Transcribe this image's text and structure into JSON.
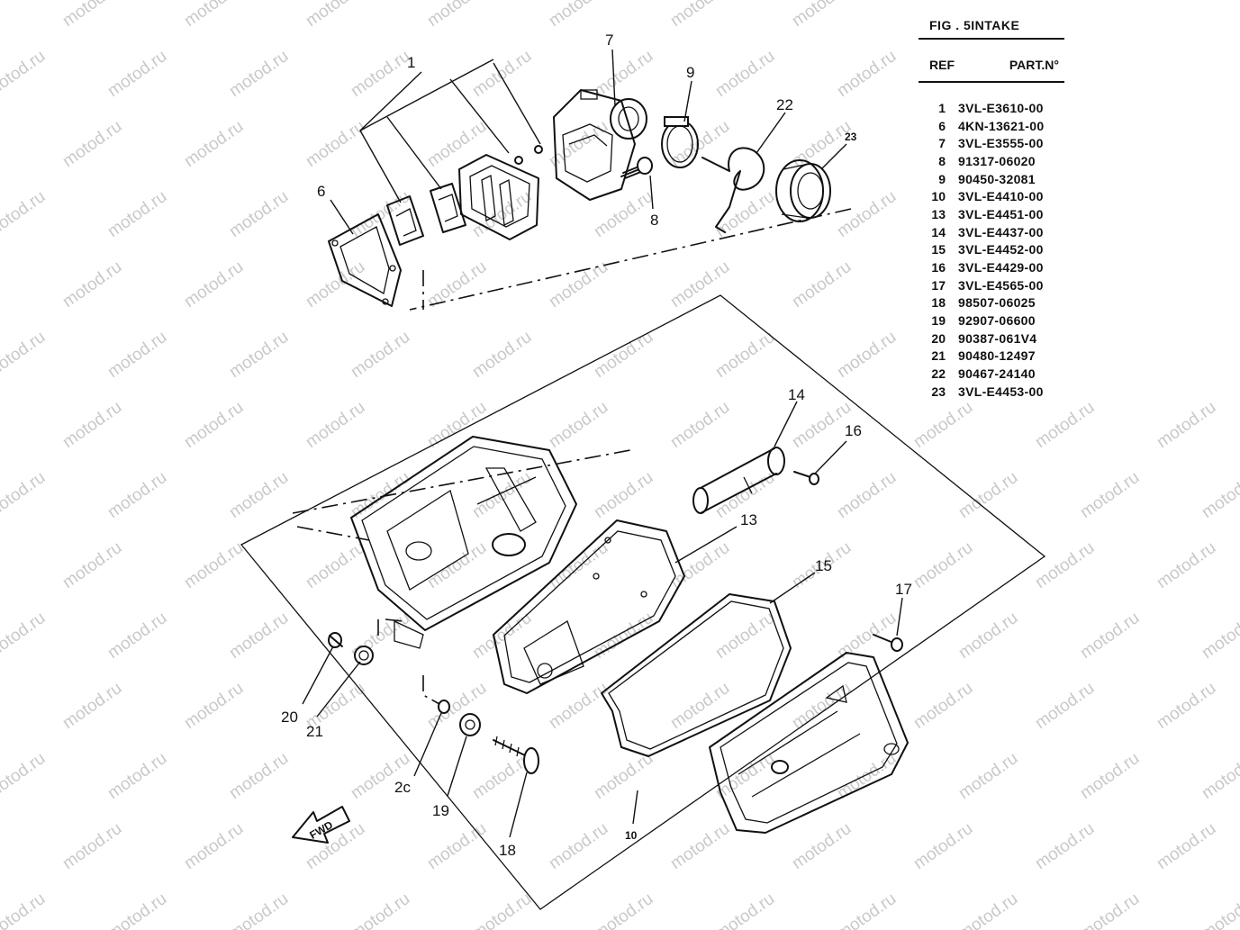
{
  "figure": {
    "title": "FIG   .  5INTAKE",
    "columns": {
      "ref": "REF",
      "part": "PART.N°"
    },
    "rows": [
      {
        "ref": "1",
        "part": "3VL-E3610-00"
      },
      {
        "ref": "6",
        "part": "4KN-13621-00"
      },
      {
        "ref": "7",
        "part": "3VL-E3555-00"
      },
      {
        "ref": "8",
        "part": "91317-06020"
      },
      {
        "ref": "9",
        "part": "90450-32081"
      },
      {
        "ref": "10",
        "part": "3VL-E4410-00"
      },
      {
        "ref": "13",
        "part": "3VL-E4451-00"
      },
      {
        "ref": "14",
        "part": "3VL-E4437-00"
      },
      {
        "ref": "15",
        "part": "3VL-E4452-00"
      },
      {
        "ref": "16",
        "part": "3VL-E4429-00"
      },
      {
        "ref": "17",
        "part": "3VL-E4565-00"
      },
      {
        "ref": "18",
        "part": "98507-06025"
      },
      {
        "ref": "19",
        "part": "92907-06600"
      },
      {
        "ref": "20",
        "part": "90387-061V4"
      },
      {
        "ref": "21",
        "part": "90480-12497"
      },
      {
        "ref": "22",
        "part": "90467-24140"
      },
      {
        "ref": "23",
        "part": "3VL-E4453-00"
      }
    ]
  },
  "callouts": {
    "c1": "1",
    "c6": "6",
    "c7": "7",
    "c8": "8",
    "c9": "9",
    "c22": "22",
    "c23": "23",
    "c14": "14",
    "c16": "16",
    "c13": "13",
    "c15": "15",
    "c17": "17",
    "c20a": "20",
    "c21": "21",
    "c20b": "2c",
    "c19": "19",
    "c18": "18",
    "c10": "10"
  },
  "fwd_label": "FWD",
  "watermark": "motod.ru"
}
